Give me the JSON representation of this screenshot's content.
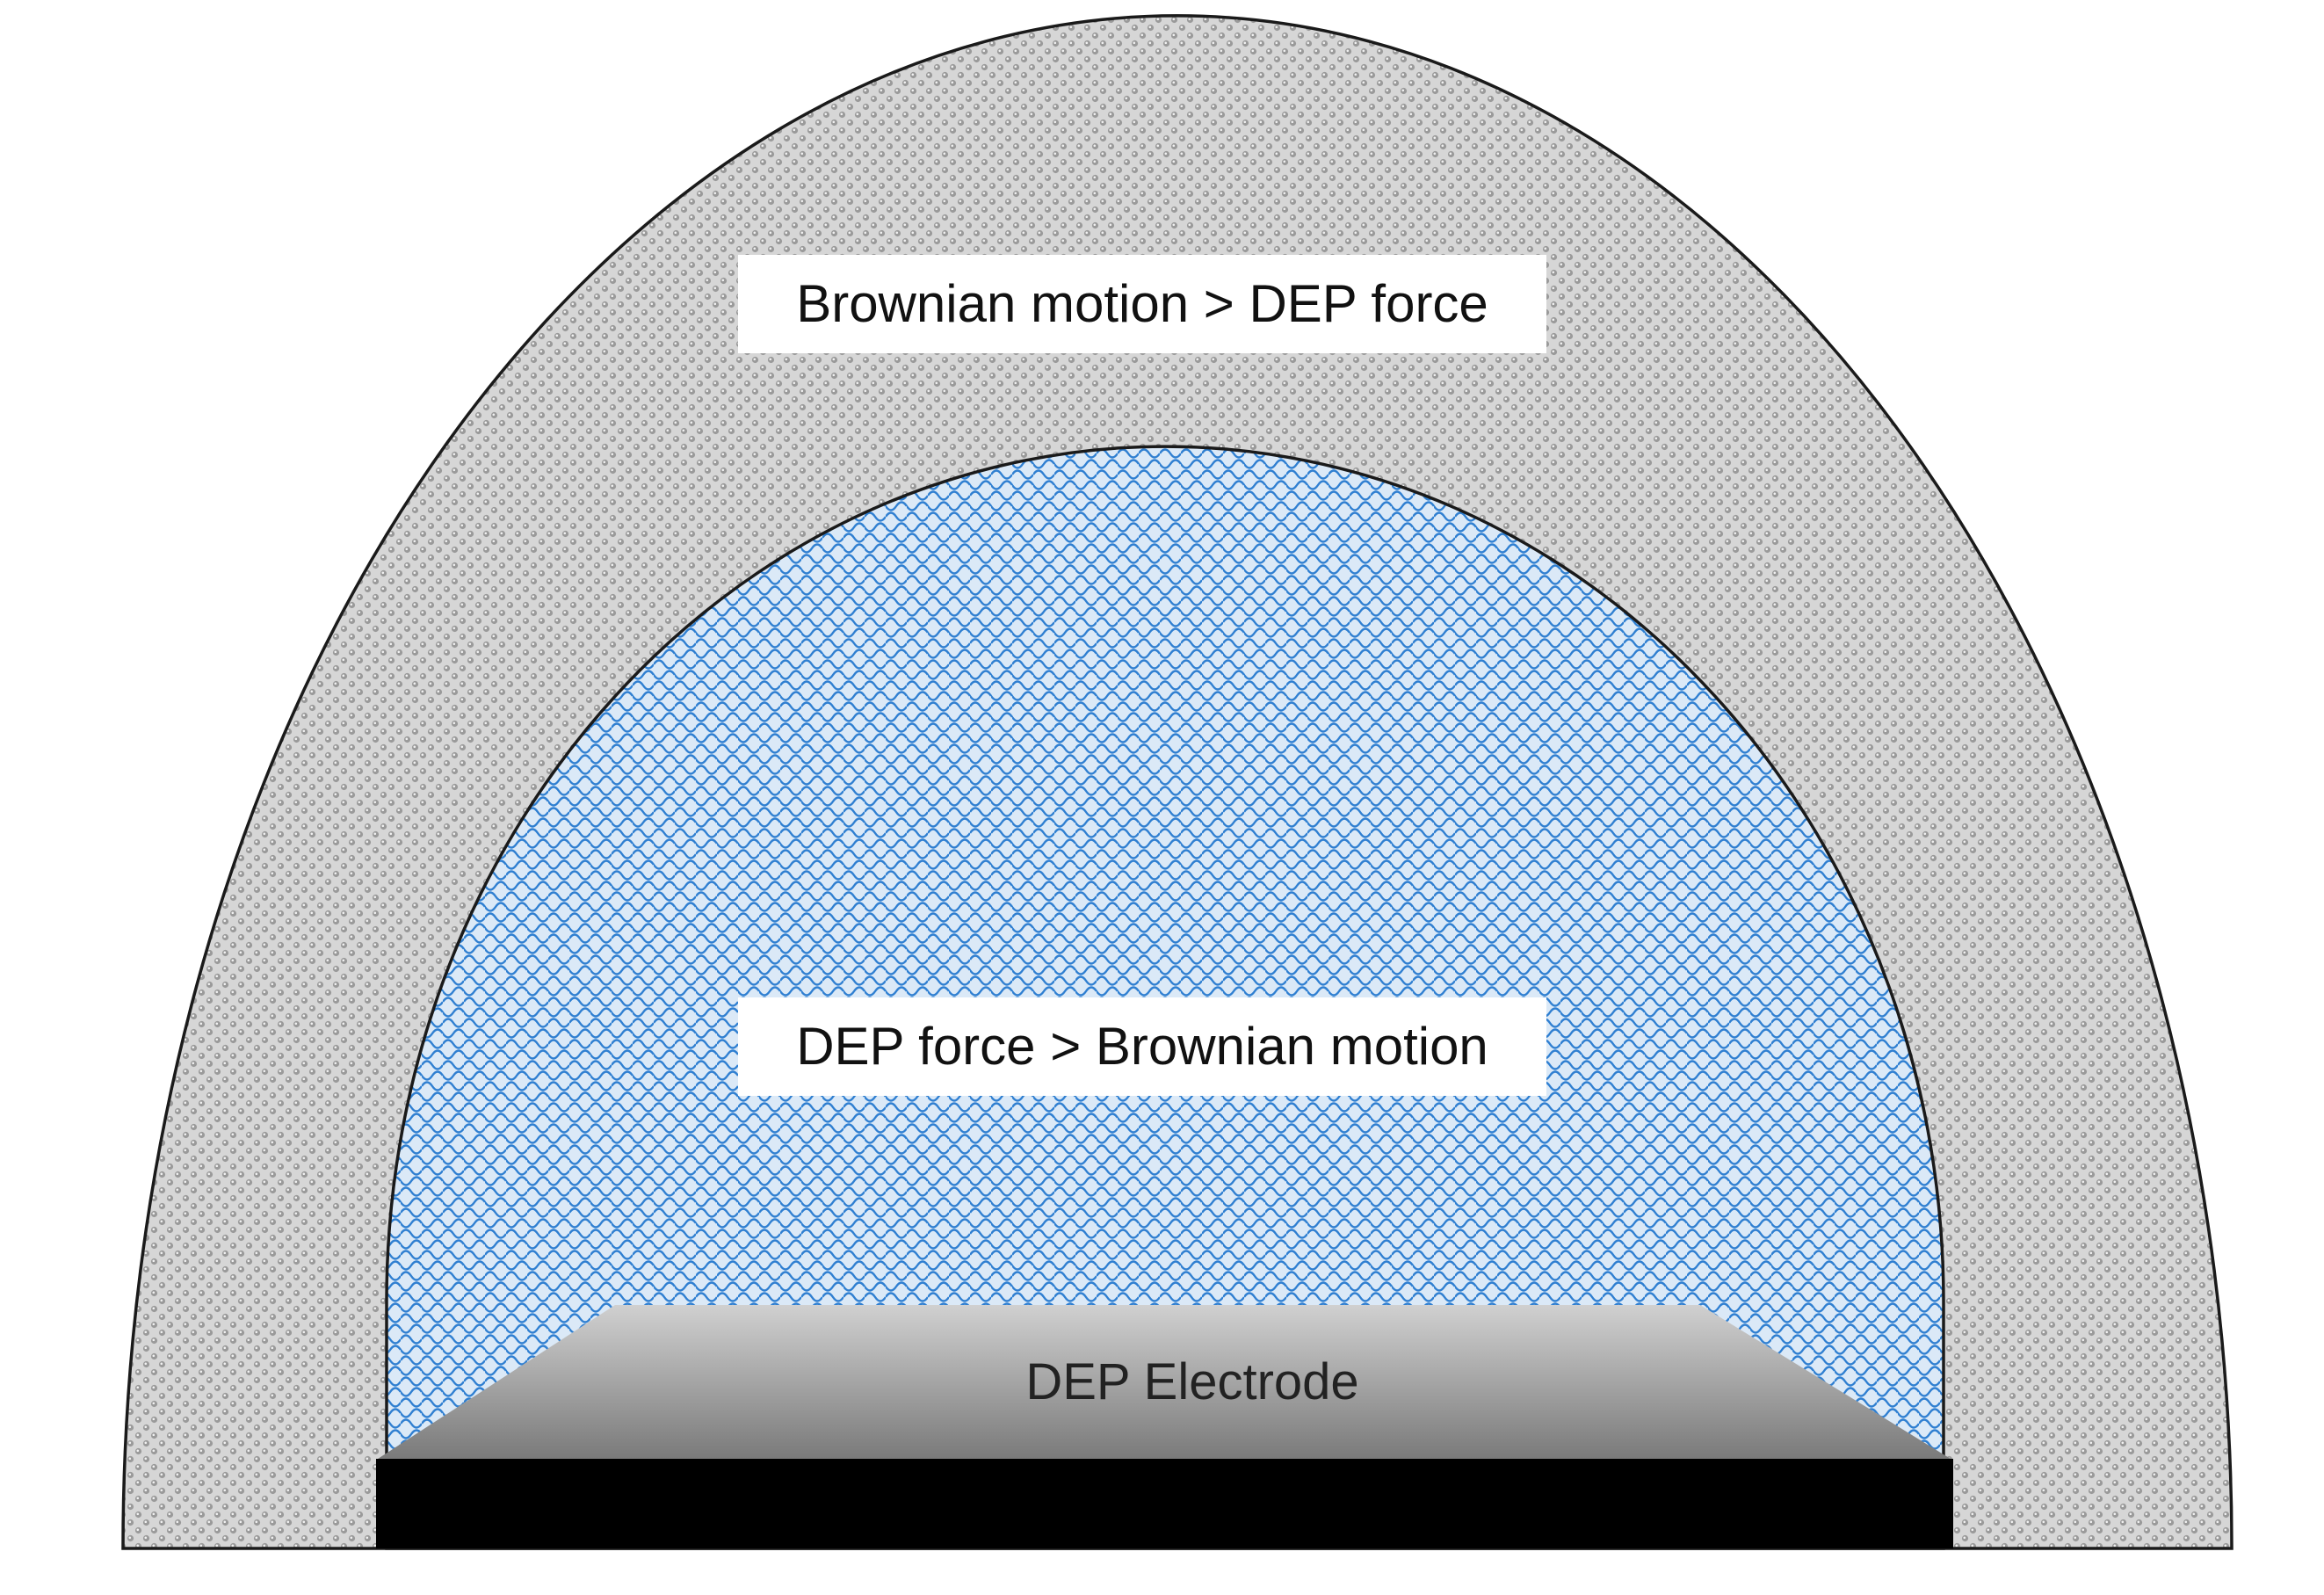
{
  "labels": {
    "outer_region": "Brownian motion > DEP force",
    "inner_region": "DEP force > Brownian motion",
    "electrode": "DEP Electrode"
  },
  "colors": {
    "outer_fill_base": "#d6d6d6",
    "outer_dot": "#9a9a9a",
    "inner_fill_base": "#dbe9f7",
    "inner_wave": "#2f7fd1",
    "outline": "#1a1a1a",
    "electrode_top_light": "#d0d0d0",
    "electrode_top_dark": "#7a7a7a",
    "electrode_base": "#000000",
    "label_bg": "#ffffff"
  }
}
